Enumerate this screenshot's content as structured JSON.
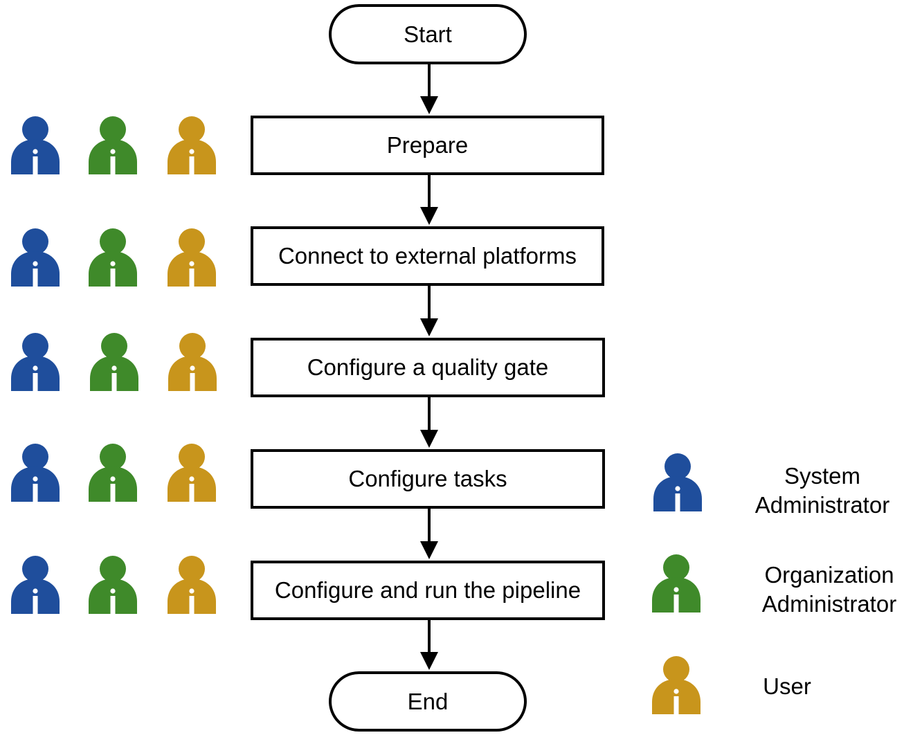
{
  "flow": {
    "start_label": "Start",
    "end_label": "End",
    "steps": [
      {
        "label": "Prepare"
      },
      {
        "label": "Connect to external platforms"
      },
      {
        "label": "Configure a quality gate"
      },
      {
        "label": "Configure tasks"
      },
      {
        "label": "Configure and run the pipeline"
      }
    ]
  },
  "roles": [
    {
      "icon": "person-icon",
      "color": "#1f4e9c",
      "label_line1": "System",
      "label_line2": "Administrator"
    },
    {
      "icon": "person-icon",
      "color": "#3f8a2a",
      "label_line1": "Organization",
      "label_line2": "Administrator"
    },
    {
      "icon": "person-icon",
      "color": "#c8951c",
      "label_line1": "User",
      "label_line2": ""
    }
  ]
}
